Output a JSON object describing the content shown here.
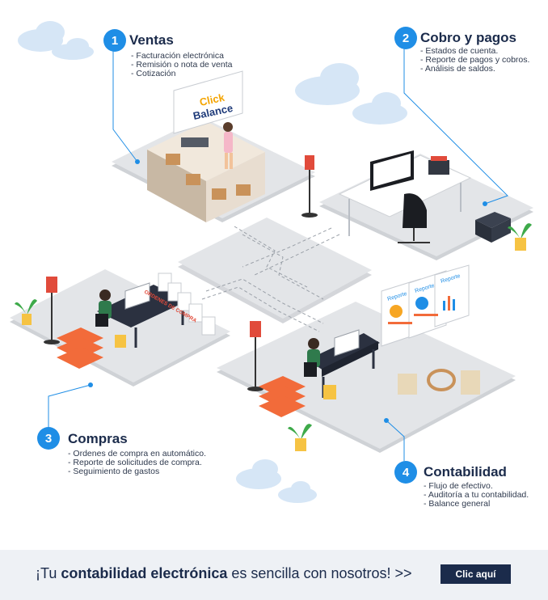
{
  "sections": [
    {
      "number": "1",
      "title": "Ventas",
      "items": [
        "Facturación electrónica",
        "Remisión o nota de venta",
        "Cotización"
      ]
    },
    {
      "number": "2",
      "title": "Cobro y pagos",
      "items": [
        "Estados de cuenta.",
        "Reporte de pagos y cobros.",
        "Análisis de saldos."
      ]
    },
    {
      "number": "3",
      "title": "Compras",
      "items": [
        "Ordenes de compra en automático.",
        "Reporte de solicitudes de compra.",
        "Seguimiento de gastos"
      ]
    },
    {
      "number": "4",
      "title": "Contabilidad",
      "items": [
        "Flujo de efectivo.",
        "Auditoría a tu contabilidad.",
        "Balance general"
      ]
    }
  ],
  "illustration": {
    "brand_line1": "Click",
    "brand_line2": "Balance",
    "report_label": "Reporte",
    "orders_label": "ORDENES DE COMPRA",
    "accent_color": "#1f8ee6"
  },
  "banner": {
    "prefix": "¡Tu ",
    "bold": "contabilidad electrónica",
    "suffix": " es sencilla con nosotros! >>",
    "button": "Clic aquí"
  }
}
